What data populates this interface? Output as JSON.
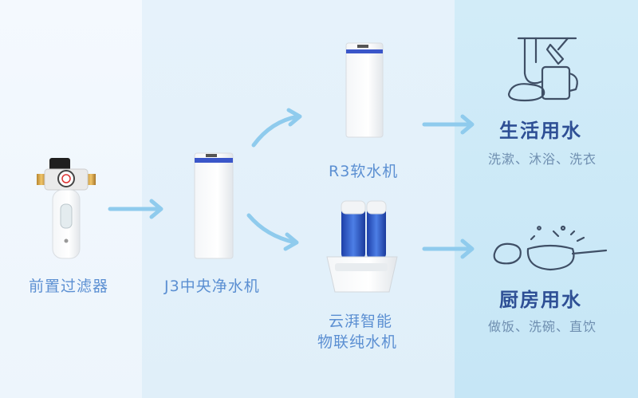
{
  "devices": {
    "prefilter": "前置过滤器",
    "j3": "J3中央净水机",
    "r3": "R3软水机",
    "yunping_line1": "云湃智能",
    "yunping_line2": "物联纯水机"
  },
  "outputs": {
    "living": {
      "title": "生活用水",
      "uses": "洗漱、沐浴、洗衣"
    },
    "kitchen": {
      "title": "厨房用水",
      "uses": "做饭、洗碗、直饮"
    }
  },
  "colors": {
    "arrow": "#8fcbed",
    "label": "#5b8fd2",
    "title": "#2e4f95",
    "sub": "#6f8fb0",
    "icon": "#3f4f66",
    "accent_blue": "#3a56c9"
  }
}
